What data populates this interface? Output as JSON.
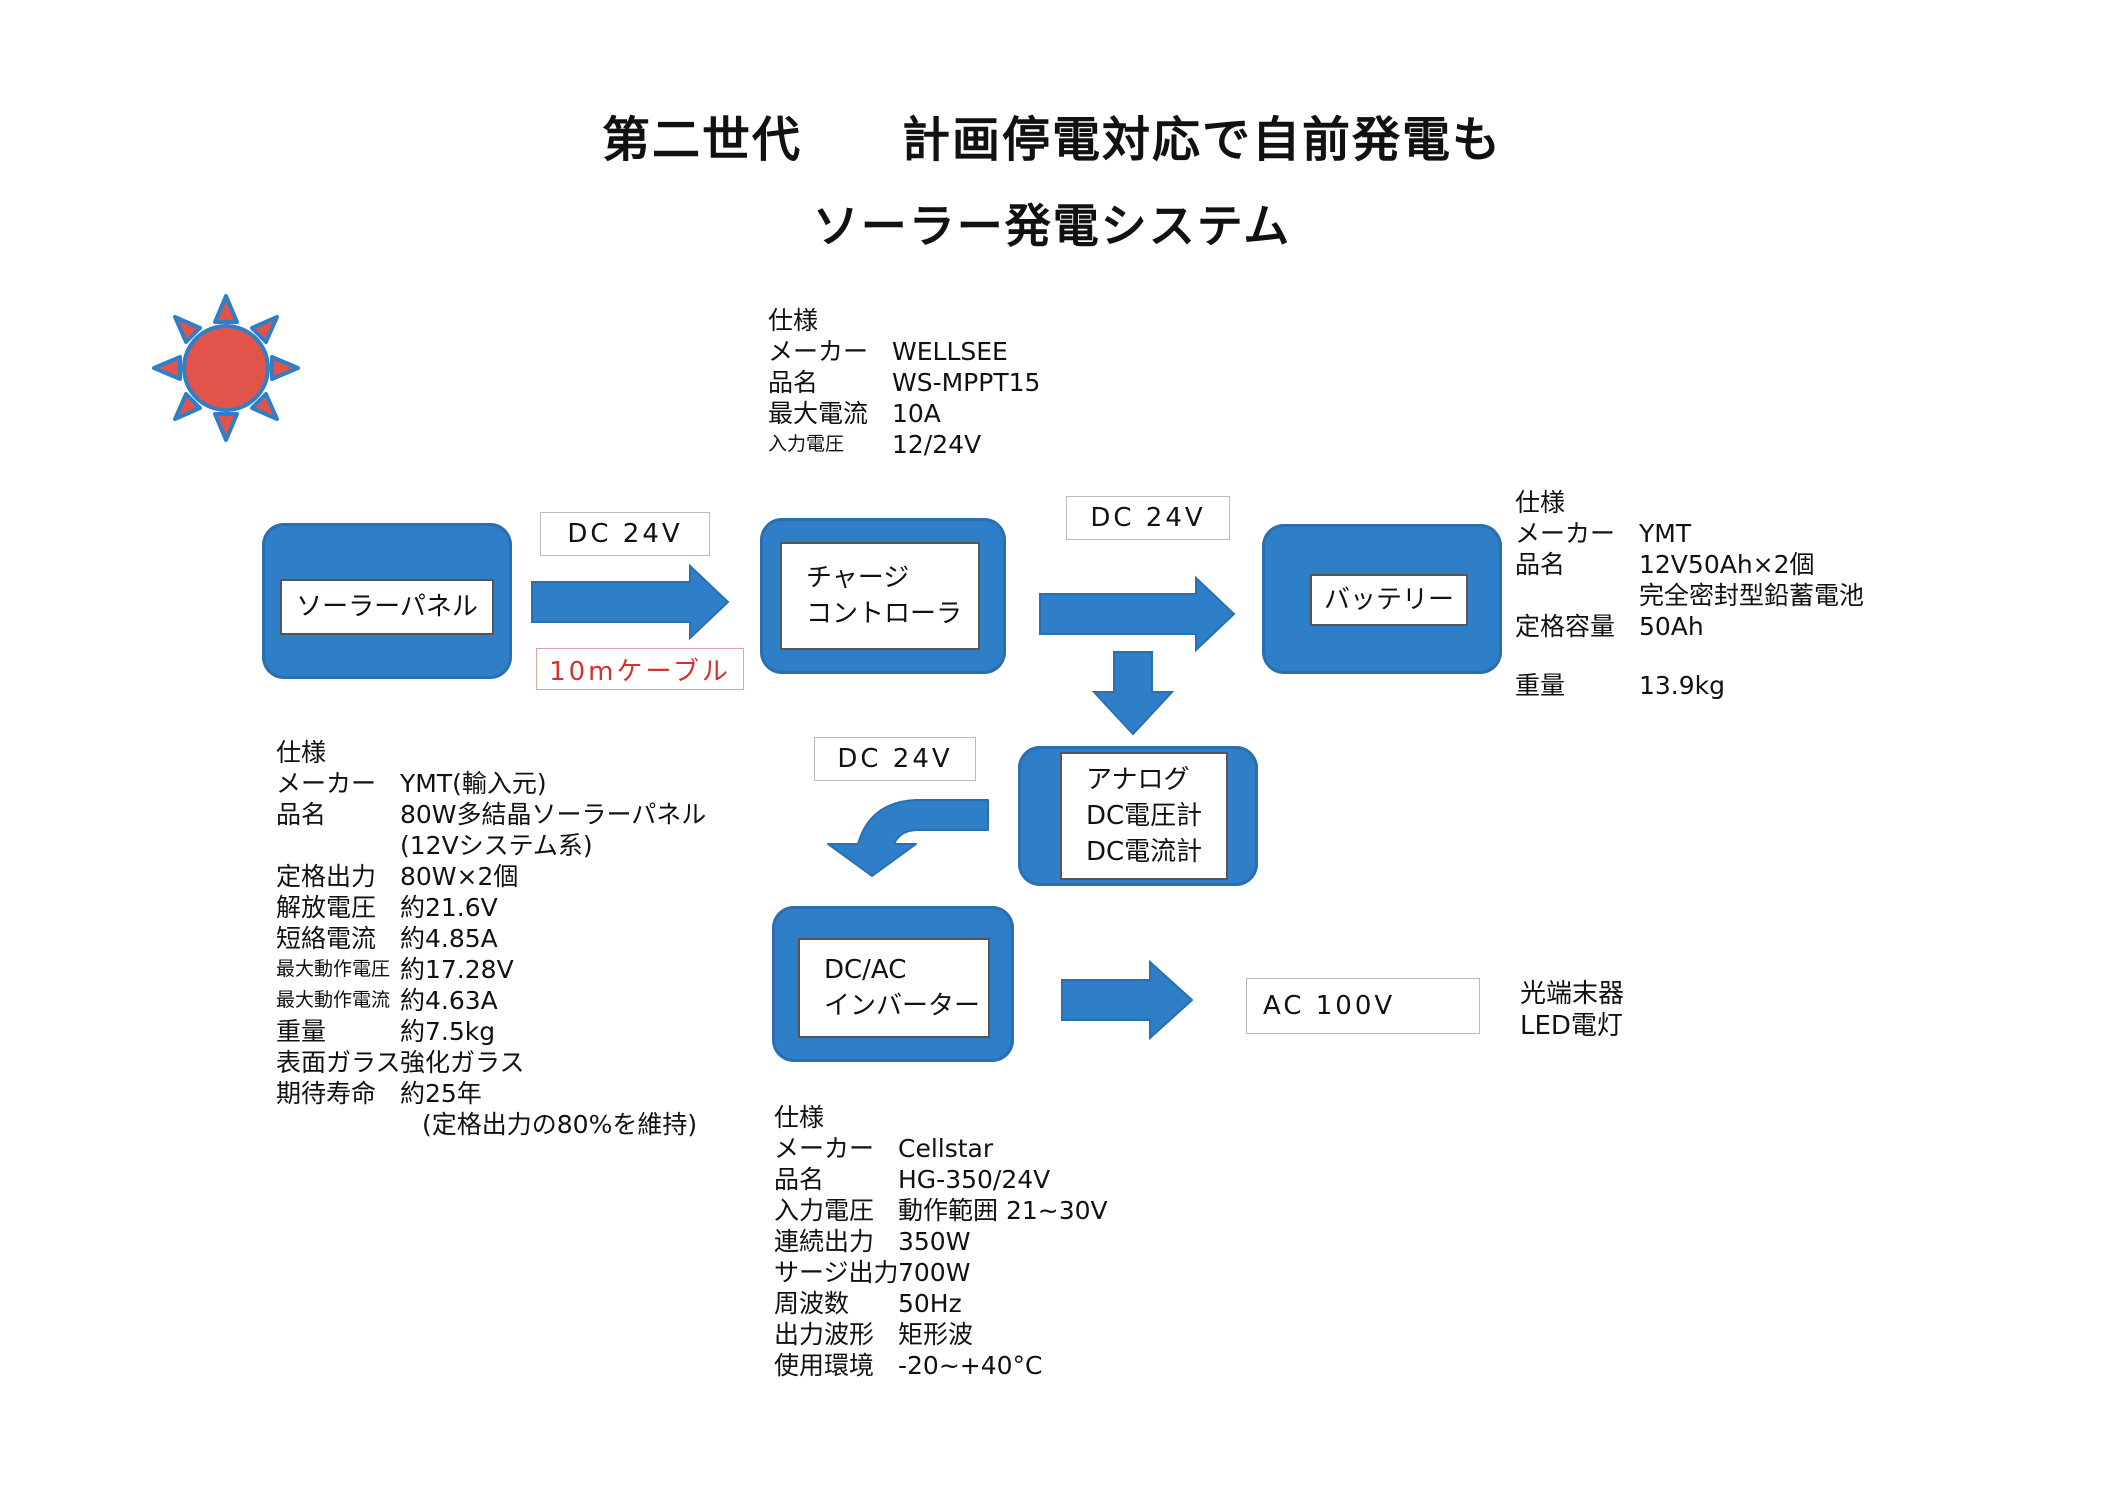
{
  "title": {
    "line1": "第二世代　　計画停電対応で自前発電も",
    "line2": "ソーラー発電システム"
  },
  "colors": {
    "node_blue": "#2f7fc8",
    "sun_red": "#e0544a",
    "label_red": "#d3322f"
  },
  "icons": {
    "sun": "sun-icon"
  },
  "nodes": {
    "solar_panel": "ソーラーパネル",
    "charge_controller": [
      "チャージ",
      "コントローラ"
    ],
    "battery": "バッテリー",
    "meter": [
      "アナログ",
      "DC電圧計",
      "DC電流計"
    ],
    "inverter": [
      "DC/AC",
      "インバーター"
    ]
  },
  "labels": {
    "dc1": "DC 24V",
    "cable": "10mケーブル",
    "dc2": "DC 24V",
    "dc3": "DC 24V",
    "ac": "AC 100V",
    "output": [
      "光端末器",
      "LED電灯"
    ]
  },
  "specs": {
    "controller": {
      "heading": "仕様",
      "rows": [
        {
          "k": "メーカー",
          "v": "WELLSEE"
        },
        {
          "k": "品名",
          "v": "WS-MPPT15"
        },
        {
          "k": "最大電流",
          "v": "10A"
        },
        {
          "k": "入力電圧",
          "v": "12/24V"
        }
      ]
    },
    "battery": {
      "heading": "仕様",
      "rows": [
        {
          "k": "メーカー",
          "v": "YMT"
        },
        {
          "k": "品名",
          "v": "12V50Ah×2個"
        },
        {
          "k": "",
          "v": "完全密封型鉛蓄電池"
        },
        {
          "k": "定格容量",
          "v": "50Ah"
        },
        {
          "k": "",
          "v": ""
        },
        {
          "k": "重量",
          "v": "13.9kg"
        }
      ]
    },
    "panel": {
      "heading": "仕様",
      "rows": [
        {
          "k": "メーカー",
          "v": "YMT(輸入元)"
        },
        {
          "k": "品名",
          "v": "80W多結晶ソーラーパネル"
        },
        {
          "k": "",
          "v": "(12Vシステム系)"
        },
        {
          "k": "定格出力",
          "v": "80W×2個"
        },
        {
          "k": "解放電圧",
          "v": "約21.6V"
        },
        {
          "k": "短絡電流",
          "v": "約4.85A"
        },
        {
          "k": "最大動作電圧",
          "v": "約17.28V"
        },
        {
          "k": "最大動作電流",
          "v": "約4.63A"
        },
        {
          "k": "重量",
          "v": "約7.5kg"
        },
        {
          "k": "表面ガラス",
          "v": "強化ガラス"
        },
        {
          "k": "期待寿命",
          "v": "約25年"
        },
        {
          "k": "",
          "v": "(定格出力の80%を維持)"
        }
      ]
    },
    "inverter": {
      "heading": "仕様",
      "rows": [
        {
          "k": "メーカー",
          "v": "Cellstar"
        },
        {
          "k": "品名",
          "v": "HG-350/24V"
        },
        {
          "k": "入力電圧",
          "v": "動作範囲 21~30V"
        },
        {
          "k": "連続出力",
          "v": "350W"
        },
        {
          "k": "サージ出力",
          "v": "700W"
        },
        {
          "k": "周波数",
          "v": "50Hz"
        },
        {
          "k": "出力波形",
          "v": "矩形波"
        },
        {
          "k": "使用環境",
          "v": "-20~+40°C"
        }
      ]
    }
  }
}
